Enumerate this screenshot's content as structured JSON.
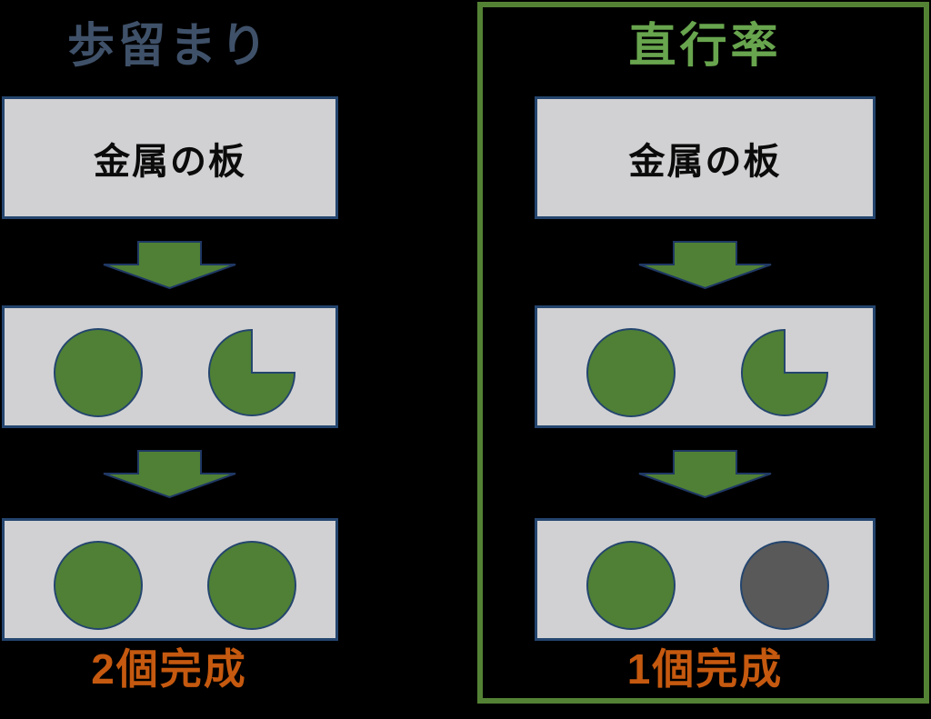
{
  "diagram": {
    "type": "comparison-flow",
    "background_color": "#000000",
    "colors": {
      "yield_title": "#3F5169",
      "fpy_title": "#68A54E",
      "frame_green": "#548235",
      "box_fill": "#D1D1D3",
      "box_border": "#24456E",
      "part_green": "#4F8035",
      "part_gray": "#595959",
      "arrow_green": "#4F8035",
      "result_orange": "#C5590F"
    },
    "panels": [
      {
        "id": "yield",
        "title": "歩留まり",
        "framed": false,
        "source_label": "金属の板",
        "stage2_items": [
          "good-part",
          "chipped-part"
        ],
        "final_items": [
          "good-part",
          "good-part"
        ],
        "result_label": "2個完成"
      },
      {
        "id": "first-pass-yield",
        "title": "直行率",
        "framed": true,
        "source_label": "金属の板",
        "stage2_items": [
          "good-part",
          "chipped-part"
        ],
        "final_items": [
          "good-part",
          "defective-part"
        ],
        "result_label": "1個完成"
      }
    ]
  }
}
